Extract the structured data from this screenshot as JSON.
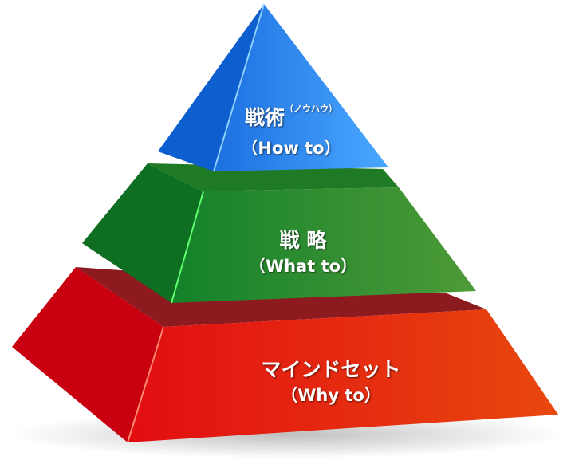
{
  "tiers": [
    {
      "title": "戦術",
      "note": "（ノウハウ）",
      "subtitle": "（How to）",
      "color": "#2f8ef0"
    },
    {
      "title": "戦 略",
      "subtitle": "（What to）",
      "color": "#2a8a30"
    },
    {
      "title": "マインドセット",
      "subtitle": "（Why to）",
      "color": "#e0140f"
    }
  ]
}
